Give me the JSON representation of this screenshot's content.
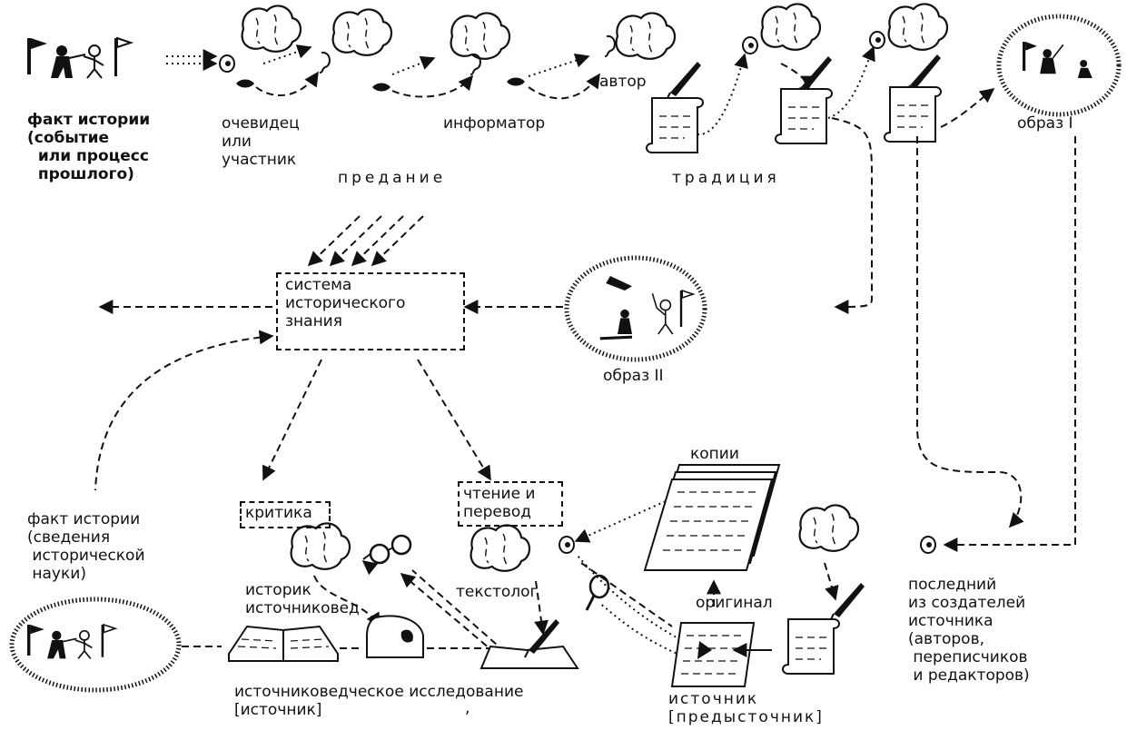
{
  "labels": {
    "fact_history_1": "факт истории\n(событие\n  или процесс\n  прошлого)",
    "witness": "очевидец\nили\nучастник",
    "informant": "информатор",
    "author": "автор",
    "image_1": "образ I",
    "predanie": "предание",
    "tradition": "традиция",
    "system": "система\nисторического\nзнания",
    "image_2": "образ II",
    "fact_history_2": "факт истории\n(сведения\n исторической\n науки)",
    "critique": "критика",
    "reading": "чтение и\nперевод",
    "copies": "копии",
    "historian": "историк\nисточниковед",
    "textologist": "текстолог",
    "original": "оригинал",
    "last_creator": "последний\nиз создателей\nисточника\n(авторов,\n переписчиков\n и редакторов)",
    "research": "источниковедческое исследование\n[источник]",
    "source": "источник\n[предысточник]",
    "comma": ","
  },
  "icons": [
    "fencing-scene-icon",
    "brain-icon",
    "ear-icon",
    "mouth-icon",
    "eye-icon",
    "quill-icon",
    "scroll-icon",
    "book-icon",
    "glasses-icon",
    "magnifier-icon",
    "stack-of-copies-icon",
    "document-icon",
    "ink-blotter-icon",
    "halo-scene-icon"
  ]
}
